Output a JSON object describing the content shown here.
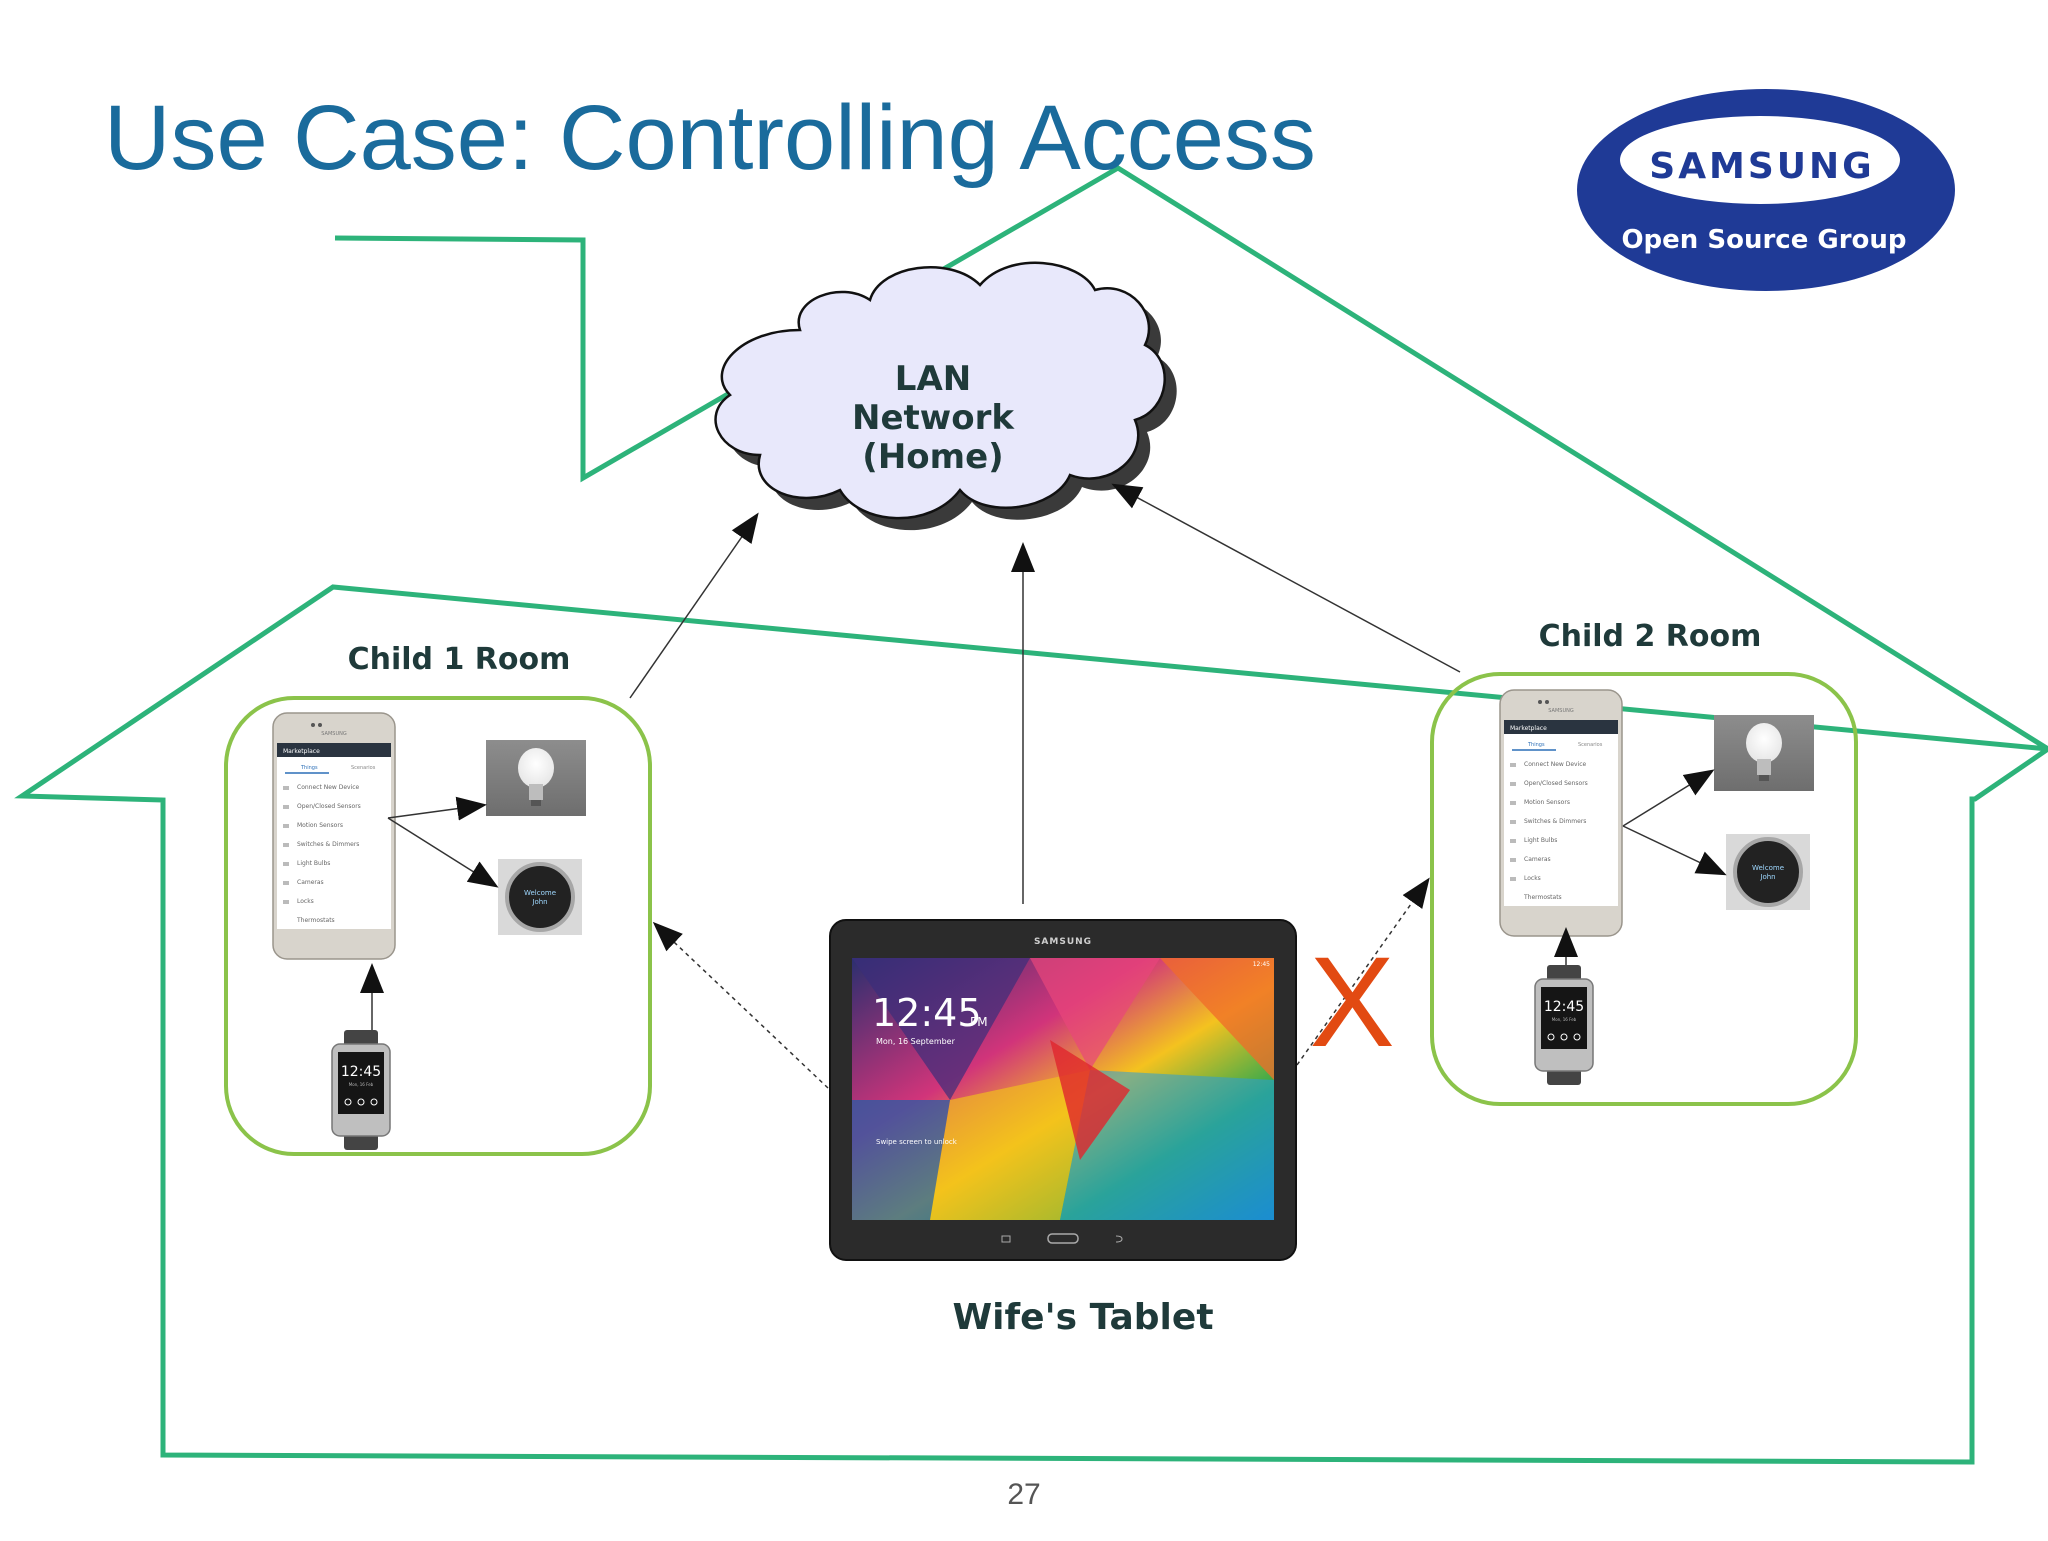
{
  "slide": {
    "title": "Use Case: Controlling Access",
    "page_number": "27"
  },
  "logo": {
    "brand": "SAMSUNG",
    "subtitle": "Open Source Group"
  },
  "cloud": {
    "line1": "LAN",
    "line2": "Network",
    "line3": "(Home)"
  },
  "rooms": {
    "child1": "Child 1 Room",
    "child2": "Child 2 Room"
  },
  "tablet": {
    "label": "Wife's Tablet",
    "brand": "SAMSUNG",
    "time": "12:45",
    "ampm": "PM",
    "date": "Mon, 16 September",
    "unlock": "Swipe screen to unlock",
    "status": "12:45"
  },
  "phone": {
    "brand": "SAMSUNG",
    "header": "Marketplace",
    "tab1": "Things",
    "tab2": "Scenarios",
    "items": [
      "Connect New Device",
      "Open/Closed Sensors",
      "Motion Sensors",
      "Switches & Dimmers",
      "Light Bulbs",
      "Cameras",
      "Locks",
      "Thermostats"
    ]
  },
  "watch": {
    "time": "12:45",
    "date": "Mon, 16 Feb"
  },
  "thermostat": {
    "line1": "Welcome",
    "line2": "John"
  },
  "blocked_mark": "X",
  "colors": {
    "house_outline": "#2db37a",
    "room_border": "#8bc34a",
    "title": "#1a6b9c",
    "cloud_fill": "#e8e8fb",
    "blocked": "#e24a12",
    "logo_blue": "#1f3a96"
  }
}
